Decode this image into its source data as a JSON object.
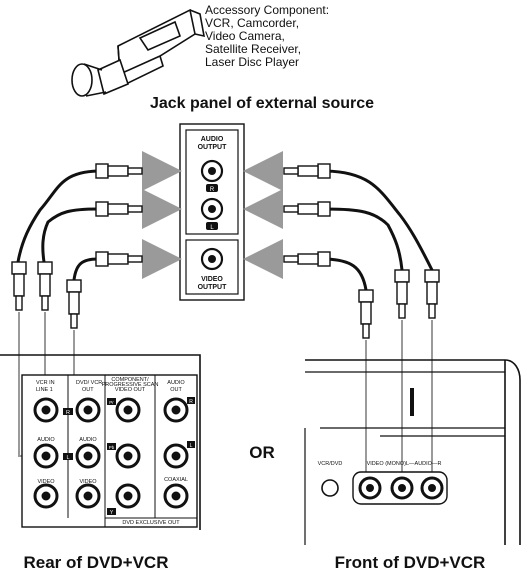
{
  "accessory": {
    "line1": "Accessory Component:",
    "line2": "VCR, Camcorder,",
    "line3": "Video Camera,",
    "line4": "Satellite Receiver,",
    "line5": "Laser Disc Player"
  },
  "jack_panel_title": "Jack panel of external source",
  "jack_panel": {
    "audio_output_1": "AUDIO",
    "audio_output_2": "OUTPUT",
    "r": "R",
    "l": "L",
    "video_output_1": "VIDEO",
    "video_output_2": "OUTPUT"
  },
  "rear_panel": {
    "vcr_in_1": "VCR IN",
    "vcr_in_2": "LINE 1",
    "dvd_vcr_out_1": "DVD/ VCR",
    "dvd_vcr_out_2": "OUT",
    "component_1": "COMPONENT/",
    "component_2": "PROGRESSIVE SCAN",
    "component_3": "VIDEO OUT",
    "audio_out_1": "AUDIO",
    "audio_out_2": "OUT",
    "audio_label_a": "AUDIO",
    "audio_label_b": "AUDIO",
    "video_label_a": "VIDEO",
    "video_label_b": "VIDEO",
    "r": "R",
    "l": "L",
    "pr": "Pr",
    "pb": "Pb",
    "y": "Y",
    "coaxial": "COAXIAL",
    "dvd_exclusive_out": "DVD EXCLUSIVE OUT"
  },
  "or_label": "OR",
  "front_panel": {
    "vcr_dvd": "VCR/DVD",
    "jacks_label": "VIDEO (MONO)L—AUDIO—R"
  },
  "rear_caption": "Rear of DVD+VCR",
  "front_caption": "Front of DVD+VCR"
}
